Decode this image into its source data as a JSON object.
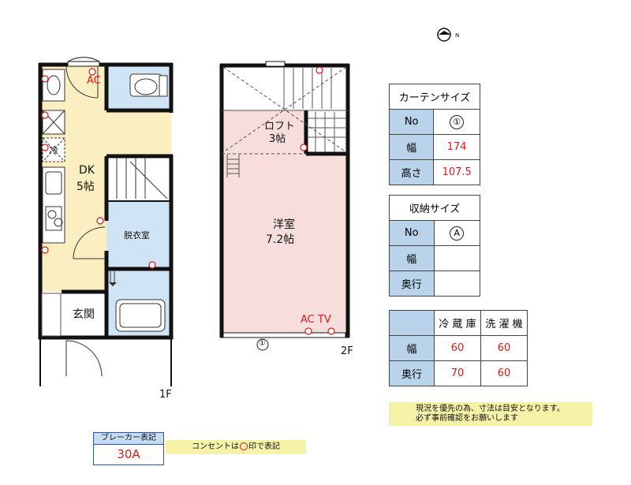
{
  "floor1": {
    "floor_label": "1F",
    "dk_name": "DK",
    "dk_size": "5帖",
    "ac_label": "AC",
    "fridge_label": "冷",
    "washroom_label": "脱衣室",
    "entrance_label": "玄関"
  },
  "floor2": {
    "floor_label": "2F",
    "loft_name": "ロフト",
    "loft_size": "3帖",
    "room_name": "洋室",
    "room_size": "7.2帖",
    "ac_tv_label": "AC TV",
    "window_mark": "①"
  },
  "curtain_table": {
    "title": "カーテンサイズ",
    "rows": [
      {
        "label": "No",
        "value": "①"
      },
      {
        "label": "幅",
        "value": "174"
      },
      {
        "label": "高さ",
        "value": "107.5"
      }
    ]
  },
  "storage_table": {
    "title": "収納サイズ",
    "rows": [
      {
        "label": "No",
        "value": "A"
      },
      {
        "label": "幅",
        "value": ""
      },
      {
        "label": "奥行",
        "value": ""
      }
    ]
  },
  "appliance_table": {
    "headers": [
      "冷 蔵 庫",
      "洗 濯 機"
    ],
    "rows": [
      {
        "label": "幅",
        "values": [
          "60",
          "60"
        ]
      },
      {
        "label": "奥行",
        "values": [
          "70",
          "60"
        ]
      }
    ]
  },
  "note": {
    "line1": "現況を優先の為、寸法は目安となります。",
    "line2": "必ず事前確認をお願いします"
  },
  "breaker": {
    "title": "ブレーカー表記",
    "value": "30A"
  },
  "outlet_note": {
    "before": "コンセントは",
    "after": "印で表記"
  },
  "compass": {
    "label": "N"
  },
  "colors": {
    "dk_fill": "#fbeec0",
    "wet_fill": "#cfe4f4",
    "room_fill": "#f7dedd",
    "outlet_red": "#e01818",
    "label_blue": "#b8d3ea"
  }
}
